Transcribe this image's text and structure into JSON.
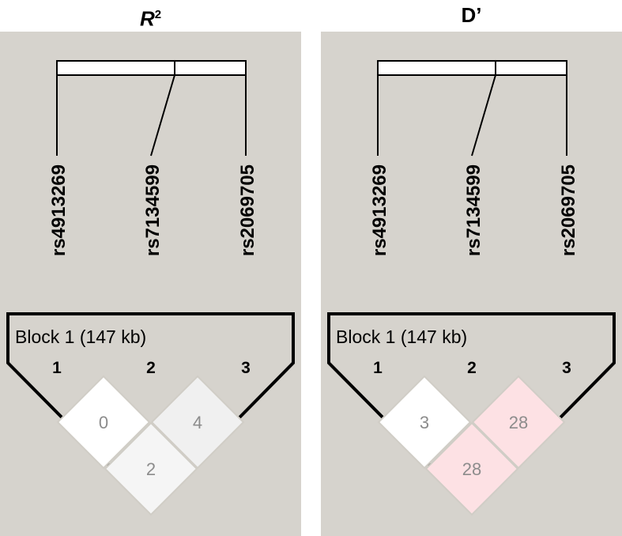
{
  "panels": [
    {
      "title_main": "R",
      "title_sup": "2",
      "block_label": "Block 1 (147 kb)",
      "markers": [
        "rs4913269",
        "rs7134599",
        "rs2069705"
      ],
      "marker_numbers": [
        "1",
        "2",
        "3"
      ],
      "cells": [
        {
          "pair": "1-2",
          "value": "0",
          "fill": "#ffffff"
        },
        {
          "pair": "2-3",
          "value": "4",
          "fill": "#f0f0f0"
        },
        {
          "pair": "1-3",
          "value": "2",
          "fill": "#f5f5f5"
        }
      ]
    },
    {
      "title_main": "D’",
      "title_sup": "",
      "block_label": "Block 1 (147 kb)",
      "markers": [
        "rs4913269",
        "rs7134599",
        "rs2069705"
      ],
      "marker_numbers": [
        "1",
        "2",
        "3"
      ],
      "cells": [
        {
          "pair": "1-2",
          "value": "3",
          "fill": "#ffffff"
        },
        {
          "pair": "2-3",
          "value": "28",
          "fill": "#fde1e4"
        },
        {
          "pair": "1-3",
          "value": "28",
          "fill": "#fde1e4"
        }
      ]
    }
  ],
  "colors": {
    "panel_background": "#d6d3cd",
    "outline": "#000000",
    "cell_text": "#8c8c8c",
    "cell_border": "#d0cdc6"
  }
}
